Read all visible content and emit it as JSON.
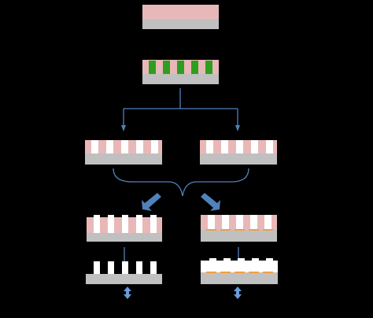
{
  "colors": {
    "background": "#000000",
    "substrate": "#c0c0c0",
    "film": "#e8b8b8",
    "pattern": "#2e9e1e",
    "trench": "#ffffff",
    "flow": "#4f81bd",
    "liner": "#f0a040"
  },
  "icons": {
    "split_arrow": "branch-arrow-icon",
    "merge_brace": "curly-brace-icon",
    "diagonal_arrow": "diagonal-arrow-icon",
    "vertical_arrow": "down-arrow-icon",
    "double_arrow": "up-down-arrow-icon"
  },
  "stages": {
    "top_stack": "film-on-substrate",
    "patterned_mask": "striped-mask",
    "left_branch": "left-etched-film",
    "right_branch": "right-etched-film",
    "left_result": "left-filled-structure",
    "right_result": "right-lined-structure",
    "left_final": "left-freestanding-pillars",
    "right_final": "right-capped-pillars"
  }
}
